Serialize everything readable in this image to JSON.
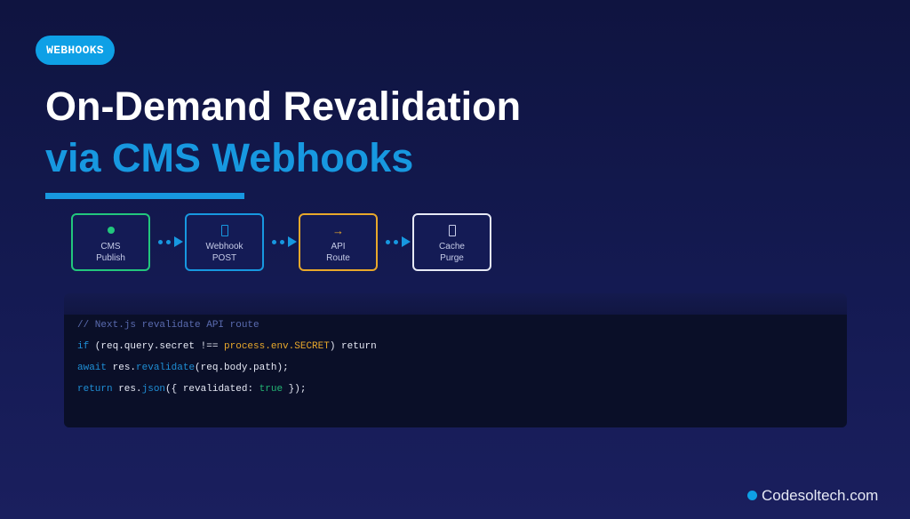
{
  "badge": {
    "label": "WEBHOOKS"
  },
  "title": {
    "line1": "On-Demand Revalidation",
    "line2": "via CMS Webhooks"
  },
  "colors": {
    "accent": "#1798e0",
    "green": "#22c77d",
    "orange": "#e8a82b",
    "white": "#ffffff"
  },
  "flow": {
    "nodes": [
      {
        "icon": "green-dot-icon",
        "line1": "CMS",
        "line2": "Publish",
        "border": "#22c77d"
      },
      {
        "icon": "document-icon",
        "glyph": "",
        "line1": "Webhook",
        "line2": "POST",
        "border": "#1798e0"
      },
      {
        "icon": "arrow-right-icon",
        "glyph": "→",
        "line1": "API",
        "line2": "Route",
        "border": "#e8a82b"
      },
      {
        "icon": "document-icon",
        "glyph": "",
        "line1": "Cache",
        "line2": "Purge",
        "border": "#e6e9f5"
      }
    ]
  },
  "code": {
    "lines": [
      [
        {
          "t": "// Next.js revalidate API route",
          "c": "cm"
        }
      ],
      [
        {
          "t": "if",
          "c": "kw"
        },
        {
          "t": " (req.query.secret !== ",
          "c": ""
        },
        {
          "t": "process.env.SECRET",
          "c": "or"
        },
        {
          "t": ") return",
          "c": ""
        }
      ],
      [
        {
          "t": "await",
          "c": "kw"
        },
        {
          "t": " res.",
          "c": ""
        },
        {
          "t": "revalidate",
          "c": "fn"
        },
        {
          "t": "(req.body.path);",
          "c": ""
        }
      ],
      [
        {
          "t": "return",
          "c": "kw"
        },
        {
          "t": " res.",
          "c": ""
        },
        {
          "t": "json",
          "c": "fn"
        },
        {
          "t": "({ revalidated: ",
          "c": ""
        },
        {
          "t": "true",
          "c": "gr"
        },
        {
          "t": " });",
          "c": ""
        }
      ]
    ]
  },
  "footer": {
    "brand": "Codesoltech.com"
  }
}
